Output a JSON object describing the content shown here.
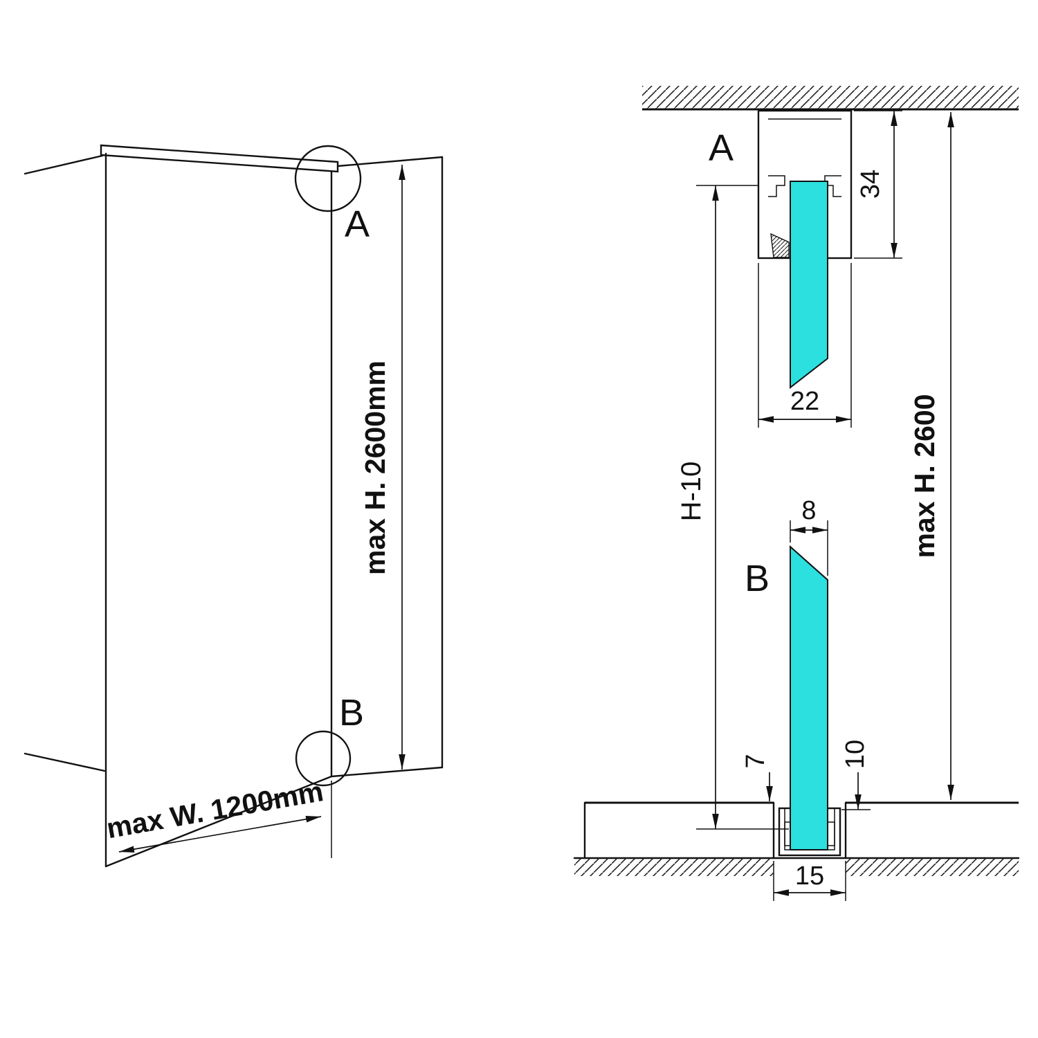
{
  "colors": {
    "glass": "#2BE0DF",
    "line": "#111111"
  },
  "left_view": {
    "detail_a_marker": "A",
    "detail_b_marker": "B",
    "height_dim": "max H. 2600mm",
    "width_dim": "max W. 1200mm"
  },
  "section_view": {
    "detail_a_label": "A",
    "detail_b_label": "B",
    "glass_height_dim": "H-10",
    "total_height_dim": "max H. 2600",
    "top_profile_height": "34",
    "top_profile_width": "22",
    "glass_thickness": "8",
    "bottom_gap": "7",
    "bottom_profile_depth": "10",
    "bottom_profile_width": "15"
  }
}
